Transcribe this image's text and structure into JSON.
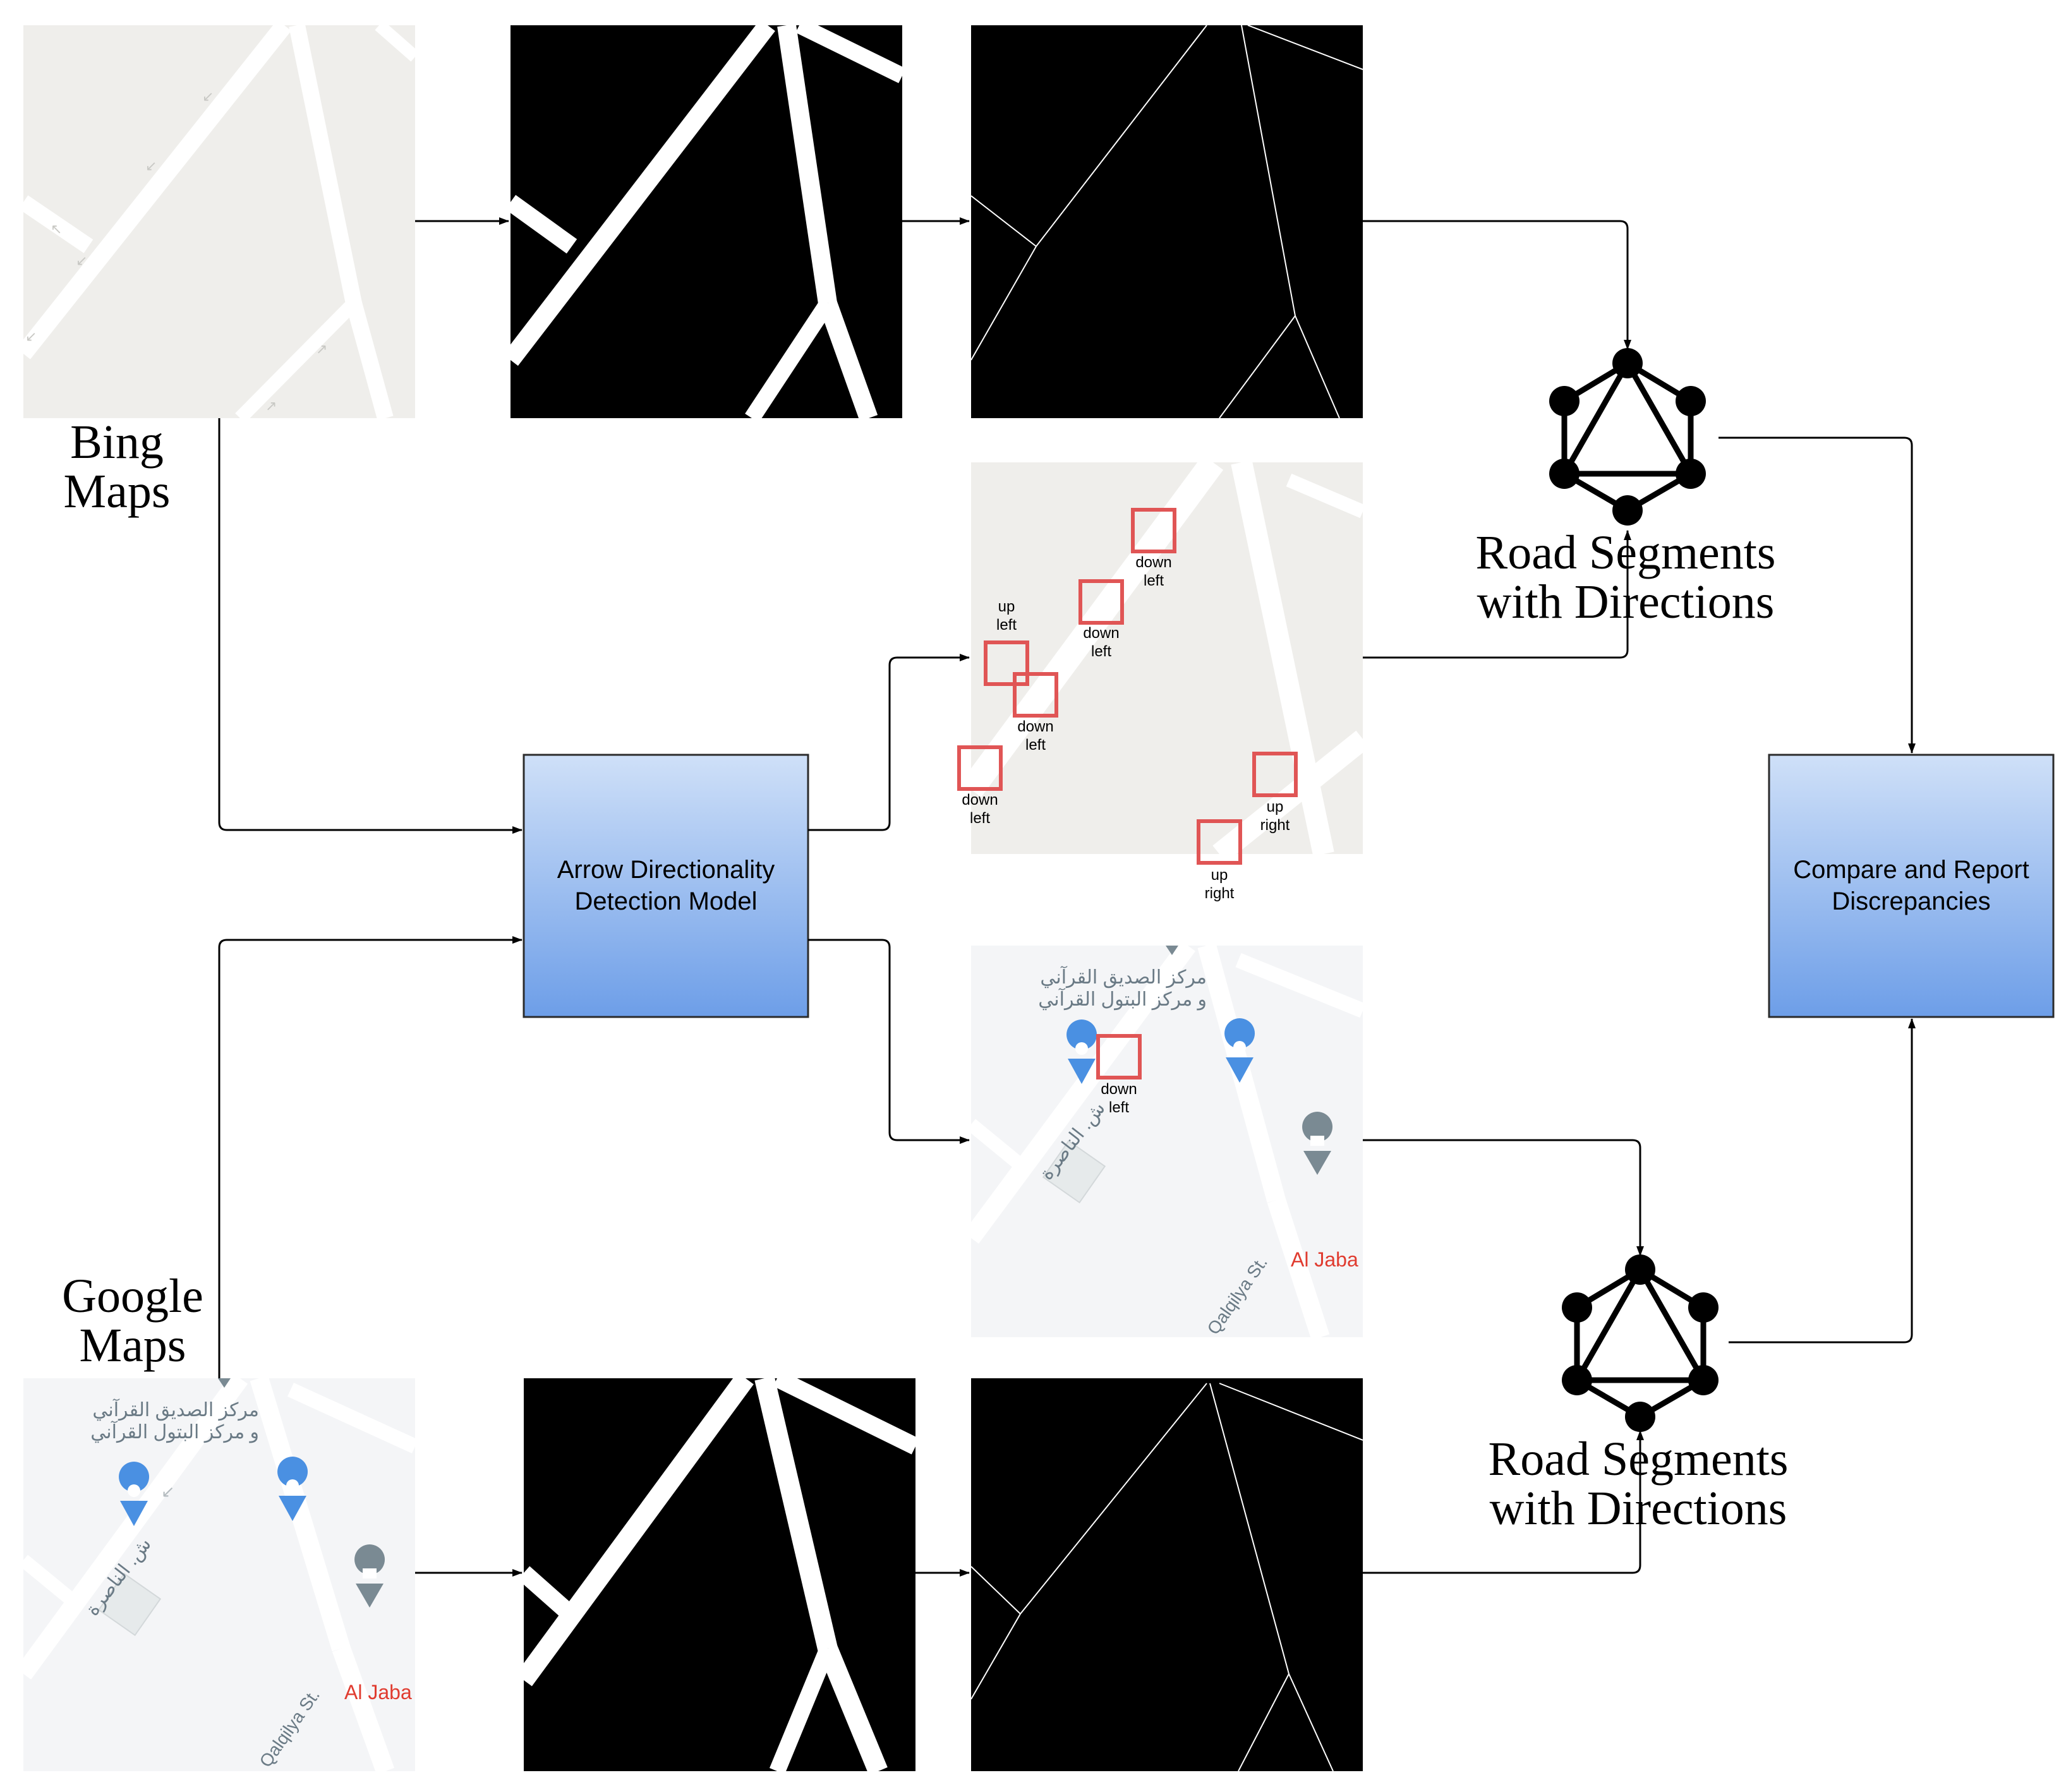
{
  "bing": {
    "label_line1": "Bing",
    "label_line2": "Maps",
    "detections": [
      {
        "line1": "down",
        "line2": "left"
      },
      {
        "line1": "down",
        "line2": "left"
      },
      {
        "line1": "up",
        "line2": "left"
      },
      {
        "line1": "down",
        "line2": "left"
      },
      {
        "line1": "down",
        "line2": "left"
      },
      {
        "line1": "up",
        "line2": "right"
      },
      {
        "line1": "up",
        "line2": "right"
      }
    ]
  },
  "google": {
    "label_line1": "Google",
    "label_line2": "Maps",
    "poi_line1": "مركز الصديق القرآني",
    "poi_line2": "و مركز البتول القرآني",
    "street_arabic": "ش. الناصرة",
    "street_english": "Qalqilya St.",
    "place_name": "Al Jaba",
    "detections": [
      {
        "line1": "down",
        "line2": "left"
      }
    ]
  },
  "model": {
    "line1": "Arrow Directionality",
    "line2": "Detection Model"
  },
  "graph_top": {
    "line1": "Road Segments",
    "line2": "with Directions"
  },
  "graph_bottom": {
    "line1": "Road Segments",
    "line2": "with Directions"
  },
  "compare": {
    "line1": "Compare and Report",
    "line2": "Discrepancies"
  },
  "colors": {
    "map_bg_bing": "#efeeeb",
    "map_bg_google": "#f4f5f7",
    "road": "#ffffff",
    "mask_bg": "#000000",
    "detection_box": "#e05555",
    "box_gradient_top": "#cfe0f8",
    "box_gradient_bottom": "#6d9ee8",
    "box_border": "#2b2b2b",
    "pin_blue": "#4a90e2",
    "pin_gray": "#7a8a93",
    "place_red": "#e03b2f",
    "poi_text": "#6a7a85"
  }
}
